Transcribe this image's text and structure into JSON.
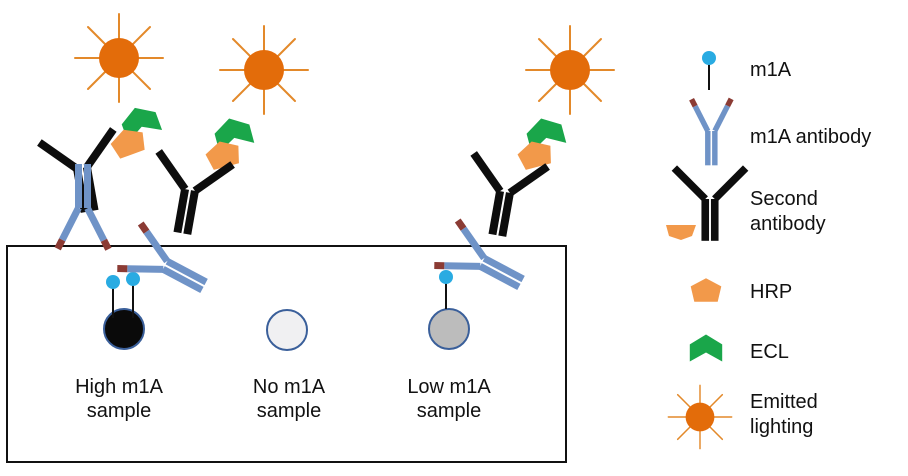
{
  "samples": [
    {
      "line1": "High m1A",
      "line2": "sample",
      "fill": "#0a0a0a"
    },
    {
      "line1": "No m1A",
      "line2": "sample",
      "fill": "#f0f0f2"
    },
    {
      "line1": "Low m1A",
      "line2": "sample",
      "fill": "#bcbcbc"
    }
  ],
  "legend": [
    {
      "icon": "m1a-icon",
      "line1": "m1A",
      "line2": ""
    },
    {
      "icon": "m1a-antibody-icon",
      "line1": "m1A antibody",
      "line2": ""
    },
    {
      "icon": "second-antibody-icon",
      "line1": "Second",
      "line2": "antibody"
    },
    {
      "icon": "hrp-icon",
      "line1": "HRP",
      "line2": ""
    },
    {
      "icon": "ecl-icon",
      "line1": "ECL",
      "line2": ""
    },
    {
      "icon": "emitted-lighting-icon",
      "line1": "Emitted",
      "line2": "lighting"
    }
  ],
  "colors": {
    "antibody_blue": "#6f93c7",
    "antibody_tip": "#8b3b34",
    "second_antibody": "#0d0d0d",
    "hrp": "#f2994a",
    "ecl": "#1aa64a",
    "light_core": "#e36c0a",
    "light_rays": "#e3892a",
    "m1a_dot": "#29abe2",
    "well_border": "#3a5f9a"
  }
}
